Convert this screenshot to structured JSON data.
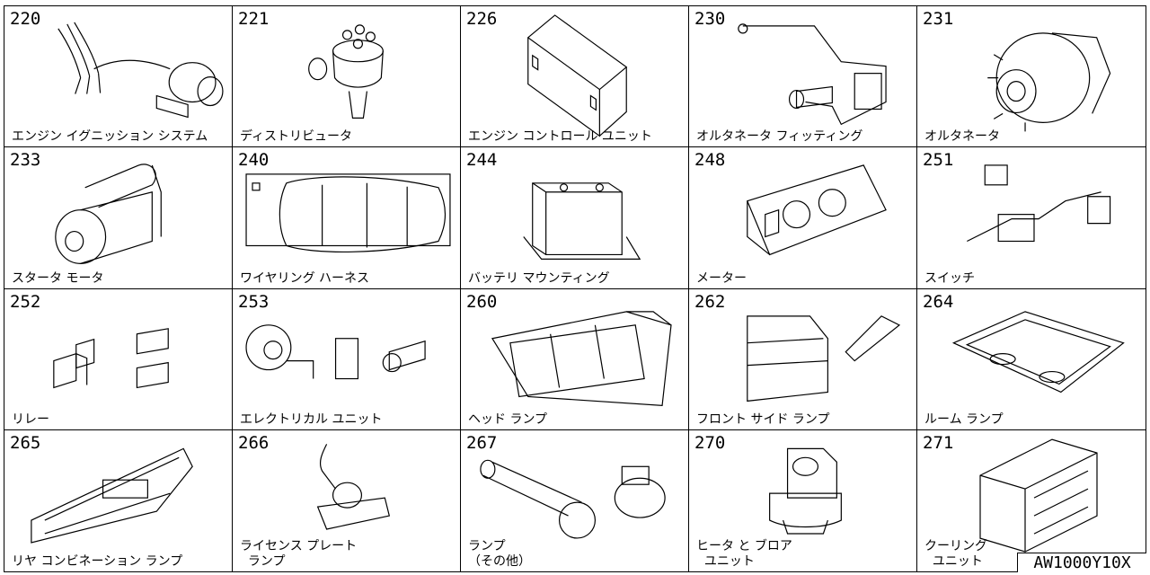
{
  "catalog": {
    "reference_code": "AW1000Y10X",
    "items": [
      {
        "code": "220",
        "name": "エンジン イグニッション システム",
        "icon": "ignition-system-icon"
      },
      {
        "code": "221",
        "name": "ディストリビュータ",
        "icon": "distributor-icon"
      },
      {
        "code": "226",
        "name": "エンジン コントロール ユニット",
        "icon": "engine-control-unit-icon"
      },
      {
        "code": "230",
        "name": "オルタネータ フィッティング",
        "icon": "alternator-fitting-icon"
      },
      {
        "code": "231",
        "name": "オルタネータ",
        "icon": "alternator-icon"
      },
      {
        "code": "233",
        "name": "スタータ モータ",
        "icon": "starter-motor-icon"
      },
      {
        "code": "240",
        "name": "ワイヤリング ハーネス",
        "icon": "wiring-harness-icon"
      },
      {
        "code": "244",
        "name": "バッテリ マウンティング",
        "icon": "battery-mounting-icon"
      },
      {
        "code": "248",
        "name": "メーター",
        "icon": "meter-icon"
      },
      {
        "code": "251",
        "name": "スイッチ",
        "icon": "switch-icon"
      },
      {
        "code": "252",
        "name": "リレー",
        "icon": "relay-icon"
      },
      {
        "code": "253",
        "name": "エレクトリカル ユニット",
        "icon": "electrical-unit-icon"
      },
      {
        "code": "260",
        "name": "ヘッド ランプ",
        "icon": "head-lamp-icon"
      },
      {
        "code": "262",
        "name": "フロント サイド ランプ",
        "icon": "front-side-lamp-icon"
      },
      {
        "code": "264",
        "name": "ルーム ランプ",
        "icon": "room-lamp-icon"
      },
      {
        "code": "265",
        "name": "リヤ コンビネーション ランプ",
        "icon": "rear-combination-lamp-icon"
      },
      {
        "code": "266",
        "name": "ライセンス プレート\n  ランプ",
        "icon": "license-plate-lamp-icon"
      },
      {
        "code": "267",
        "name": "ランプ\n（その他）",
        "icon": "lamp-other-icon"
      },
      {
        "code": "270",
        "name": "ヒータ と ブロア\n  ユニット",
        "icon": "heater-blower-unit-icon"
      },
      {
        "code": "271",
        "name": "クーリング\n  ユニット",
        "icon": "cooling-unit-icon"
      }
    ]
  }
}
